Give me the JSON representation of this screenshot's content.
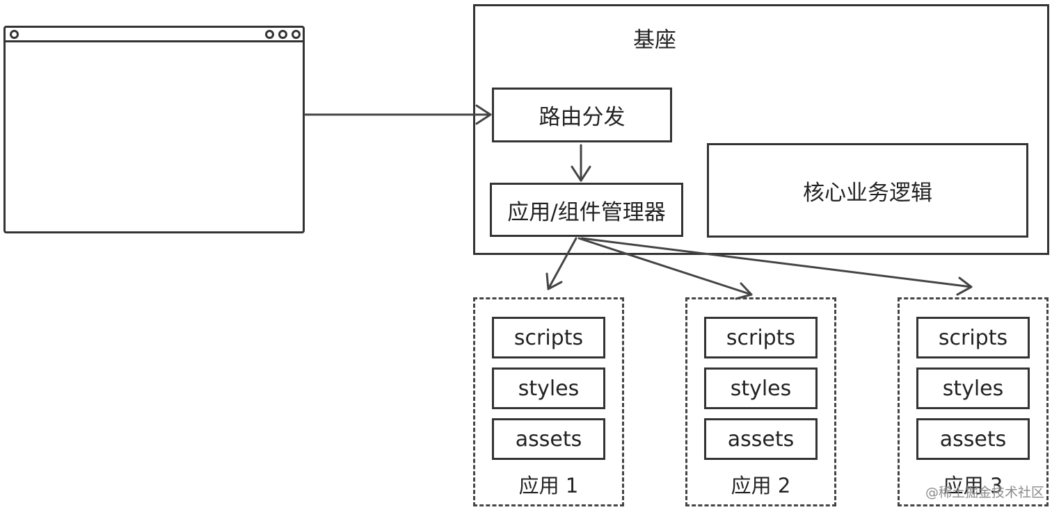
{
  "base": {
    "title": "基座"
  },
  "router": {
    "label": "路由分发"
  },
  "manager": {
    "label": "应用/组件管理器"
  },
  "core": {
    "label": "核心业务逻辑"
  },
  "apps": [
    {
      "name": "应用 1",
      "items": [
        "scripts",
        "styles",
        "assets"
      ]
    },
    {
      "name": "应用 2",
      "items": [
        "scripts",
        "styles",
        "assets"
      ]
    },
    {
      "name": "应用 3",
      "items": [
        "scripts",
        "styles",
        "assets"
      ]
    }
  ],
  "watermark": "@稀土掘金技术社区",
  "colors": {
    "stroke": "#333333",
    "background": "#ffffff",
    "watermark": "#8a8a8a"
  }
}
